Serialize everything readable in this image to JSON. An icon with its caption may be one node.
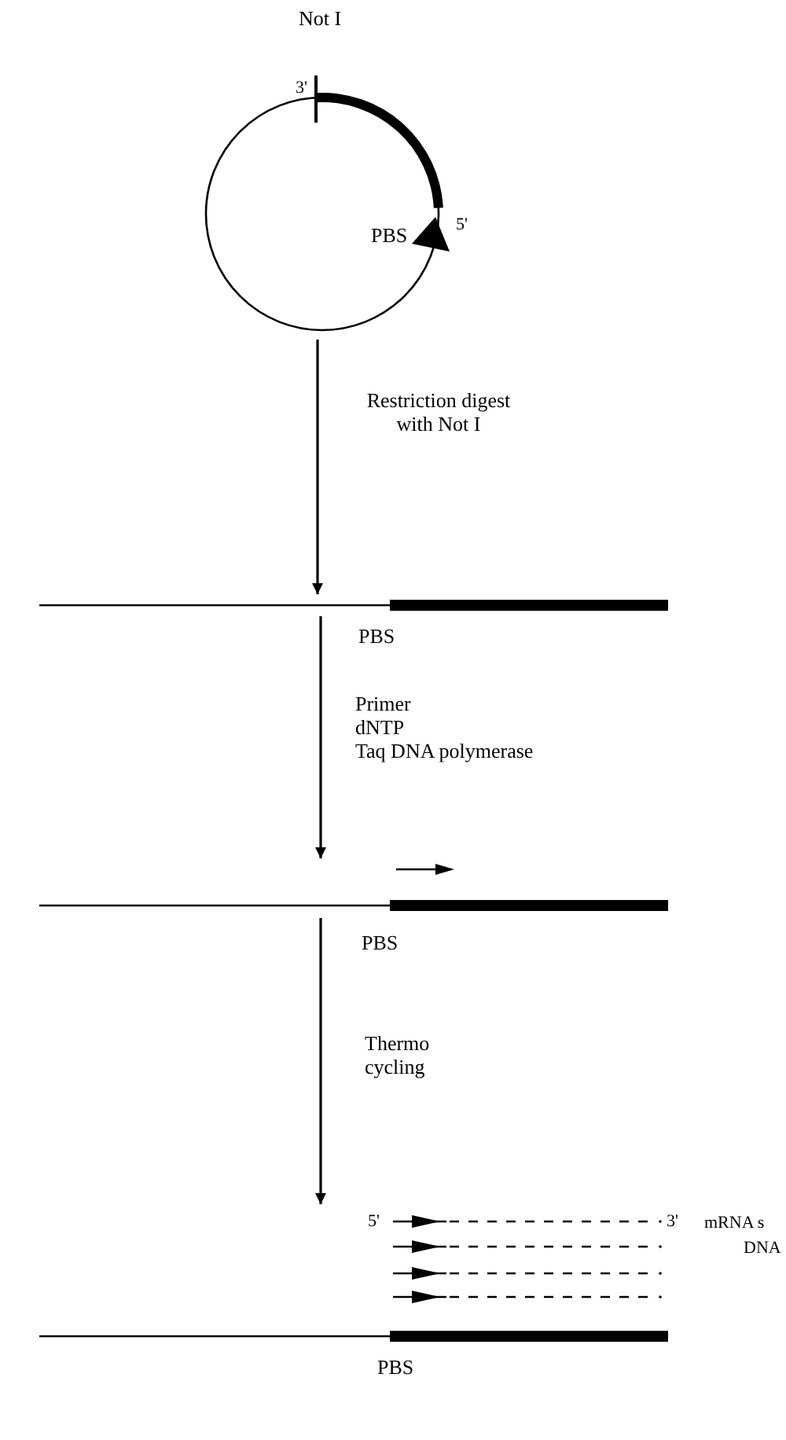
{
  "diagram": {
    "nodes": [
      {
        "text": [],
        "shape": "picture"
      },
      {
        "text": [],
        "shape": "picture"
      },
      {
        "text": [],
        "shape": "picture"
      },
      {
        "text": [],
        "shape": "picture"
      }
    ],
    "edges": [
      {
        "from": 0,
        "to": 1,
        "arrow": "to",
        "label": "Restriction digest with Not I"
      },
      {
        "from": 1,
        "to": 2,
        "arrow": "to"
      },
      {
        "from": 2,
        "to": 3,
        "arrow": "to",
        "label": "Thermo cycling"
      }
    ],
    "labels": [
      "Not I",
      "3'",
      "PBS",
      "5'",
      "PBS",
      "Primer",
      "dNTP",
      "Taq DNA polymerase",
      "PBS",
      "5'",
      "3'",
      "mRNA s",
      "DNA",
      "PBS"
    ]
  }
}
